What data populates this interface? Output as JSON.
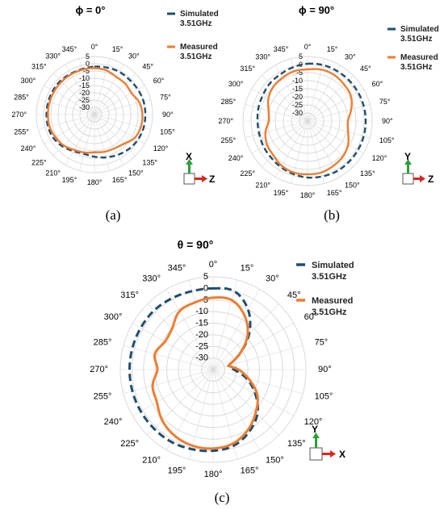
{
  "colors": {
    "simulated": "#1f4e6e",
    "measured": "#ed7d31",
    "grid": "#d9d9d9",
    "arrow_green": "#2e9e3a",
    "arrow_red": "#d9261c"
  },
  "chart_data": [
    {
      "type": "polar-line",
      "title": "ϕ = 0°",
      "subfigure_label": "(a)",
      "angle_labels": [
        "0°",
        "15°",
        "30°",
        "45°",
        "60°",
        "75°",
        "90°",
        "105°",
        "120°",
        "135°",
        "150°",
        "165°",
        "180°",
        "195°",
        "210°",
        "225°",
        "240°",
        "255°",
        "270°",
        "285°",
        "300°",
        "315°",
        "330°",
        "345°"
      ],
      "radial_ticks": [
        "5",
        "0",
        "-5",
        "-10",
        "-15",
        "-20",
        "-25",
        "-30"
      ],
      "rlim": [
        -35,
        5
      ],
      "legend": [
        "Simulated\n3.51GHz",
        "Measured\n3.51GHz"
      ],
      "axes_indicator": {
        "up": "X",
        "right": "Z"
      },
      "series": [
        {
          "name": "Simulated 3.51GHz",
          "style": "dashed",
          "theta": [
            0,
            15,
            30,
            45,
            60,
            75,
            90,
            105,
            120,
            135,
            150,
            165,
            180,
            195,
            210,
            225,
            240,
            255,
            270,
            285,
            300,
            315,
            330,
            345
          ],
          "r": [
            -2,
            -1.5,
            -1,
            -1,
            -0.5,
            0,
            0,
            0,
            -0.5,
            -1.5,
            -3,
            -4.5,
            -6,
            -7,
            -6,
            -4,
            -2.5,
            -2,
            -2,
            -2,
            -2,
            -2,
            -2.5,
            -2.5
          ]
        },
        {
          "name": "Measured 3.51GHz",
          "style": "solid",
          "theta": [
            0,
            15,
            30,
            45,
            60,
            75,
            90,
            105,
            120,
            135,
            150,
            165,
            180,
            195,
            210,
            225,
            240,
            255,
            270,
            285,
            300,
            315,
            330,
            345
          ],
          "r": [
            -3,
            -3.5,
            -5,
            -5,
            -5.5,
            -3,
            -2,
            -2,
            -3,
            -6.5,
            -8,
            -8.5,
            -9,
            -8,
            -7,
            -5,
            -4,
            -3,
            -3,
            -3,
            -3,
            -3,
            -3,
            -3
          ]
        }
      ]
    },
    {
      "type": "polar-line",
      "title": "ϕ = 90°",
      "subfigure_label": "(b)",
      "angle_labels": [
        "0°",
        "15°",
        "30°",
        "45°",
        "60°",
        "75°",
        "90°",
        "105°",
        "120°",
        "135°",
        "150°",
        "165°",
        "180°",
        "195°",
        "210°",
        "225°",
        "240°",
        "255°",
        "270°",
        "285°",
        "300°",
        "315°",
        "330°",
        "345°"
      ],
      "radial_ticks": [
        "5",
        "0",
        "-5",
        "-10",
        "-15",
        "-20",
        "-25",
        "-30"
      ],
      "rlim": [
        -35,
        5
      ],
      "legend": [
        "Simulated\n3.51GHz",
        "Measured\n3.51GHz"
      ],
      "axes_indicator": {
        "up": "Y",
        "right": "Z"
      },
      "series": [
        {
          "name": "Simulated 3.51GHz",
          "style": "dashed",
          "theta": [
            0,
            15,
            30,
            45,
            60,
            75,
            90,
            105,
            120,
            135,
            150,
            165,
            180,
            195,
            210,
            225,
            240,
            255,
            270,
            285,
            300,
            315,
            330,
            345
          ],
          "r": [
            0.5,
            1,
            1,
            1,
            1,
            1,
            1,
            1,
            1,
            1,
            1,
            0.5,
            0,
            -1,
            -2,
            -3,
            -3.5,
            -4,
            -4,
            -3.5,
            -3,
            -2,
            -1.5,
            -0.5
          ]
        },
        {
          "name": "Measured 3.51GHz",
          "style": "solid",
          "theta": [
            0,
            15,
            30,
            45,
            60,
            75,
            90,
            105,
            120,
            135,
            150,
            165,
            180,
            195,
            210,
            225,
            240,
            255,
            270,
            285,
            300,
            315,
            330,
            345
          ],
          "r": [
            -3,
            -2,
            -2,
            -3,
            -4,
            -7,
            -10,
            -9,
            -6,
            -4,
            -3,
            -2,
            -2,
            -2,
            -3,
            -5,
            -6,
            -8,
            -11,
            -10,
            -7,
            -5,
            -4,
            -3
          ]
        }
      ]
    },
    {
      "type": "polar-line",
      "title": "θ = 90°",
      "subfigure_label": "(c)",
      "angle_labels": [
        "0°",
        "15°",
        "30°",
        "45°",
        "60°",
        "75°",
        "90°",
        "105°",
        "120°",
        "135°",
        "150°",
        "165°",
        "180°",
        "195°",
        "210°",
        "225°",
        "240°",
        "255°",
        "270°",
        "285°",
        "300°",
        "315°",
        "330°",
        "345°"
      ],
      "radial_ticks": [
        "5",
        "0",
        "-5",
        "-10",
        "-15",
        "-20",
        "-25",
        "-30"
      ],
      "rlim": [
        -35,
        5
      ],
      "legend": [
        "Simulated\n3.51GHz",
        "Measured\n3.51GHz"
      ],
      "axes_indicator": {
        "up": "Y",
        "right": "X"
      },
      "series": [
        {
          "name": "Simulated 3.51GHz",
          "style": "dashed",
          "theta": [
            0,
            15,
            30,
            45,
            60,
            75,
            90,
            105,
            120,
            135,
            150,
            165,
            180,
            195,
            210,
            225,
            240,
            255,
            270,
            285,
            300,
            315,
            330,
            345
          ],
          "r": [
            0,
            0,
            -5,
            -13,
            -22,
            -28,
            -26,
            -20,
            -14,
            -8,
            -4,
            -1,
            0,
            0.5,
            1,
            1,
            1,
            1,
            1,
            1,
            1,
            1,
            0.5,
            0
          ]
        },
        {
          "name": "Measured 3.51GHz",
          "style": "solid",
          "theta": [
            0,
            15,
            30,
            45,
            60,
            75,
            90,
            105,
            120,
            135,
            150,
            165,
            180,
            195,
            210,
            225,
            240,
            255,
            270,
            285,
            300,
            315,
            330,
            345
          ],
          "r": [
            -4,
            -4,
            -8,
            -14,
            -22,
            -28,
            -24,
            -19,
            -13,
            -9,
            -5,
            -2,
            -1,
            -1,
            -2,
            -4,
            -7,
            -8,
            -11,
            -9,
            -11,
            -10,
            -6,
            -5
          ]
        }
      ]
    }
  ]
}
